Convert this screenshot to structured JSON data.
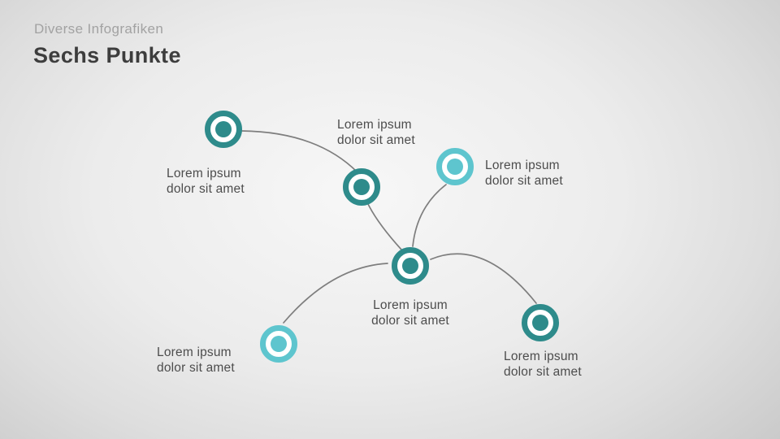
{
  "header": {
    "eyebrow": "Diverse Infografiken",
    "title": "Sechs Punkte"
  },
  "diagram": {
    "colors": {
      "dark_teal": "#2E8B8B",
      "light_teal": "#5EC5CE",
      "connector": "#7E7E7E"
    },
    "nodes": [
      {
        "id": "node-top-left",
        "variant": "dark",
        "label": "Lorem ipsum\ndolor sit amet"
      },
      {
        "id": "node-top-middle",
        "variant": "dark",
        "label": "Lorem ipsum\ndolor sit amet"
      },
      {
        "id": "node-top-right",
        "variant": "light",
        "label": "Lorem ipsum\ndolor sit amet"
      },
      {
        "id": "node-center",
        "variant": "dark",
        "label": "Lorem ipsum\ndolor sit amet"
      },
      {
        "id": "node-bottom-left",
        "variant": "light",
        "label": "Lorem ipsum\ndolor sit amet"
      },
      {
        "id": "node-bottom-right",
        "variant": "dark",
        "label": "Lorem ipsum\ndolor sit amet"
      }
    ]
  }
}
